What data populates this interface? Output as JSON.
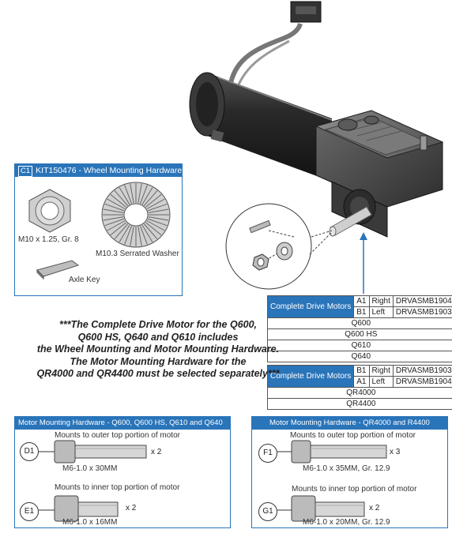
{
  "wheel_kit": {
    "callout": "C1",
    "title": "KIT150476 - Wheel Mounting Hardware",
    "nut_label": "M10 x 1.25, Gr. 8",
    "washer_label": "M10.3 Serrated Washer",
    "axle_key_label": "Axle Key"
  },
  "table_a": {
    "group_label": "Complete Drive Motors",
    "rows": [
      {
        "code": "A1",
        "side": "Right",
        "part": "DRVASMB1904"
      },
      {
        "code": "B1",
        "side": "Left",
        "part": "DRVASMB1903"
      }
    ],
    "models": [
      "Q600",
      "Q600 HS",
      "Q610",
      "Q640"
    ]
  },
  "table_b": {
    "group_label": "Complete Drive Motors",
    "rows": [
      {
        "code": "B1",
        "side": "Right",
        "part": "DRVASMB1903"
      },
      {
        "code": "A1",
        "side": "Left",
        "part": "DRVASMB1904"
      }
    ],
    "models": [
      "QR4000",
      "QR4400"
    ]
  },
  "note_lines": [
    "***The Complete Drive Motor for the Q600,",
    "Q600 HS, Q640 and Q610 includes",
    "the Wheel Mounting and Motor Mounting Hardware.",
    "The Motor Mounting Hardware for the",
    "QR4000 and QR4400 must be selected separately***"
  ],
  "mount_left": {
    "title": "Motor Mounting Hardware - Q600, Q600 HS, Q610 and Q640",
    "outer_desc": "Mounts to outer top portion of motor",
    "outer_callout": "D1",
    "outer_qty": "x 2",
    "outer_spec": "M6-1.0 x 30MM",
    "inner_desc": "Mounts to inner top portion of motor",
    "inner_callout": "E1",
    "inner_qty": "x 2",
    "inner_spec": "M6-1.0 x 16MM"
  },
  "mount_right": {
    "title": "Motor Mounting Hardware - QR4000 and R4400",
    "outer_desc": "Mounts to outer top portion of motor",
    "outer_callout": "F1",
    "outer_qty": "x 3",
    "outer_spec": "M6-1.0 x 35MM, Gr. 12.9",
    "inner_desc": "Mounts to inner top portion of motor",
    "inner_callout": "G1",
    "inner_qty": "x 2",
    "inner_spec": "M6-1.0 x 20MM, Gr. 12.9"
  },
  "colors": {
    "accent": "#2a74b9",
    "motor_dark": "#2b2b2b",
    "gearbox": "#4a4a4a"
  }
}
